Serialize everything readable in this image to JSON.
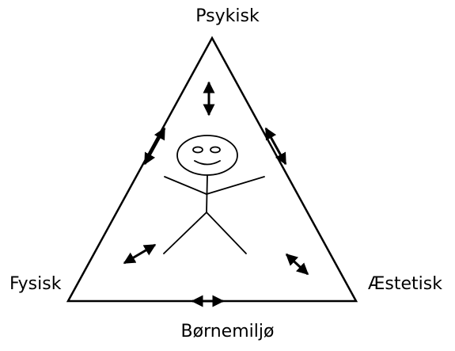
{
  "labels": {
    "top": "Psykisk",
    "left": "Fysisk",
    "right": "Æstetisk",
    "bottom": "Børnemiljø"
  }
}
